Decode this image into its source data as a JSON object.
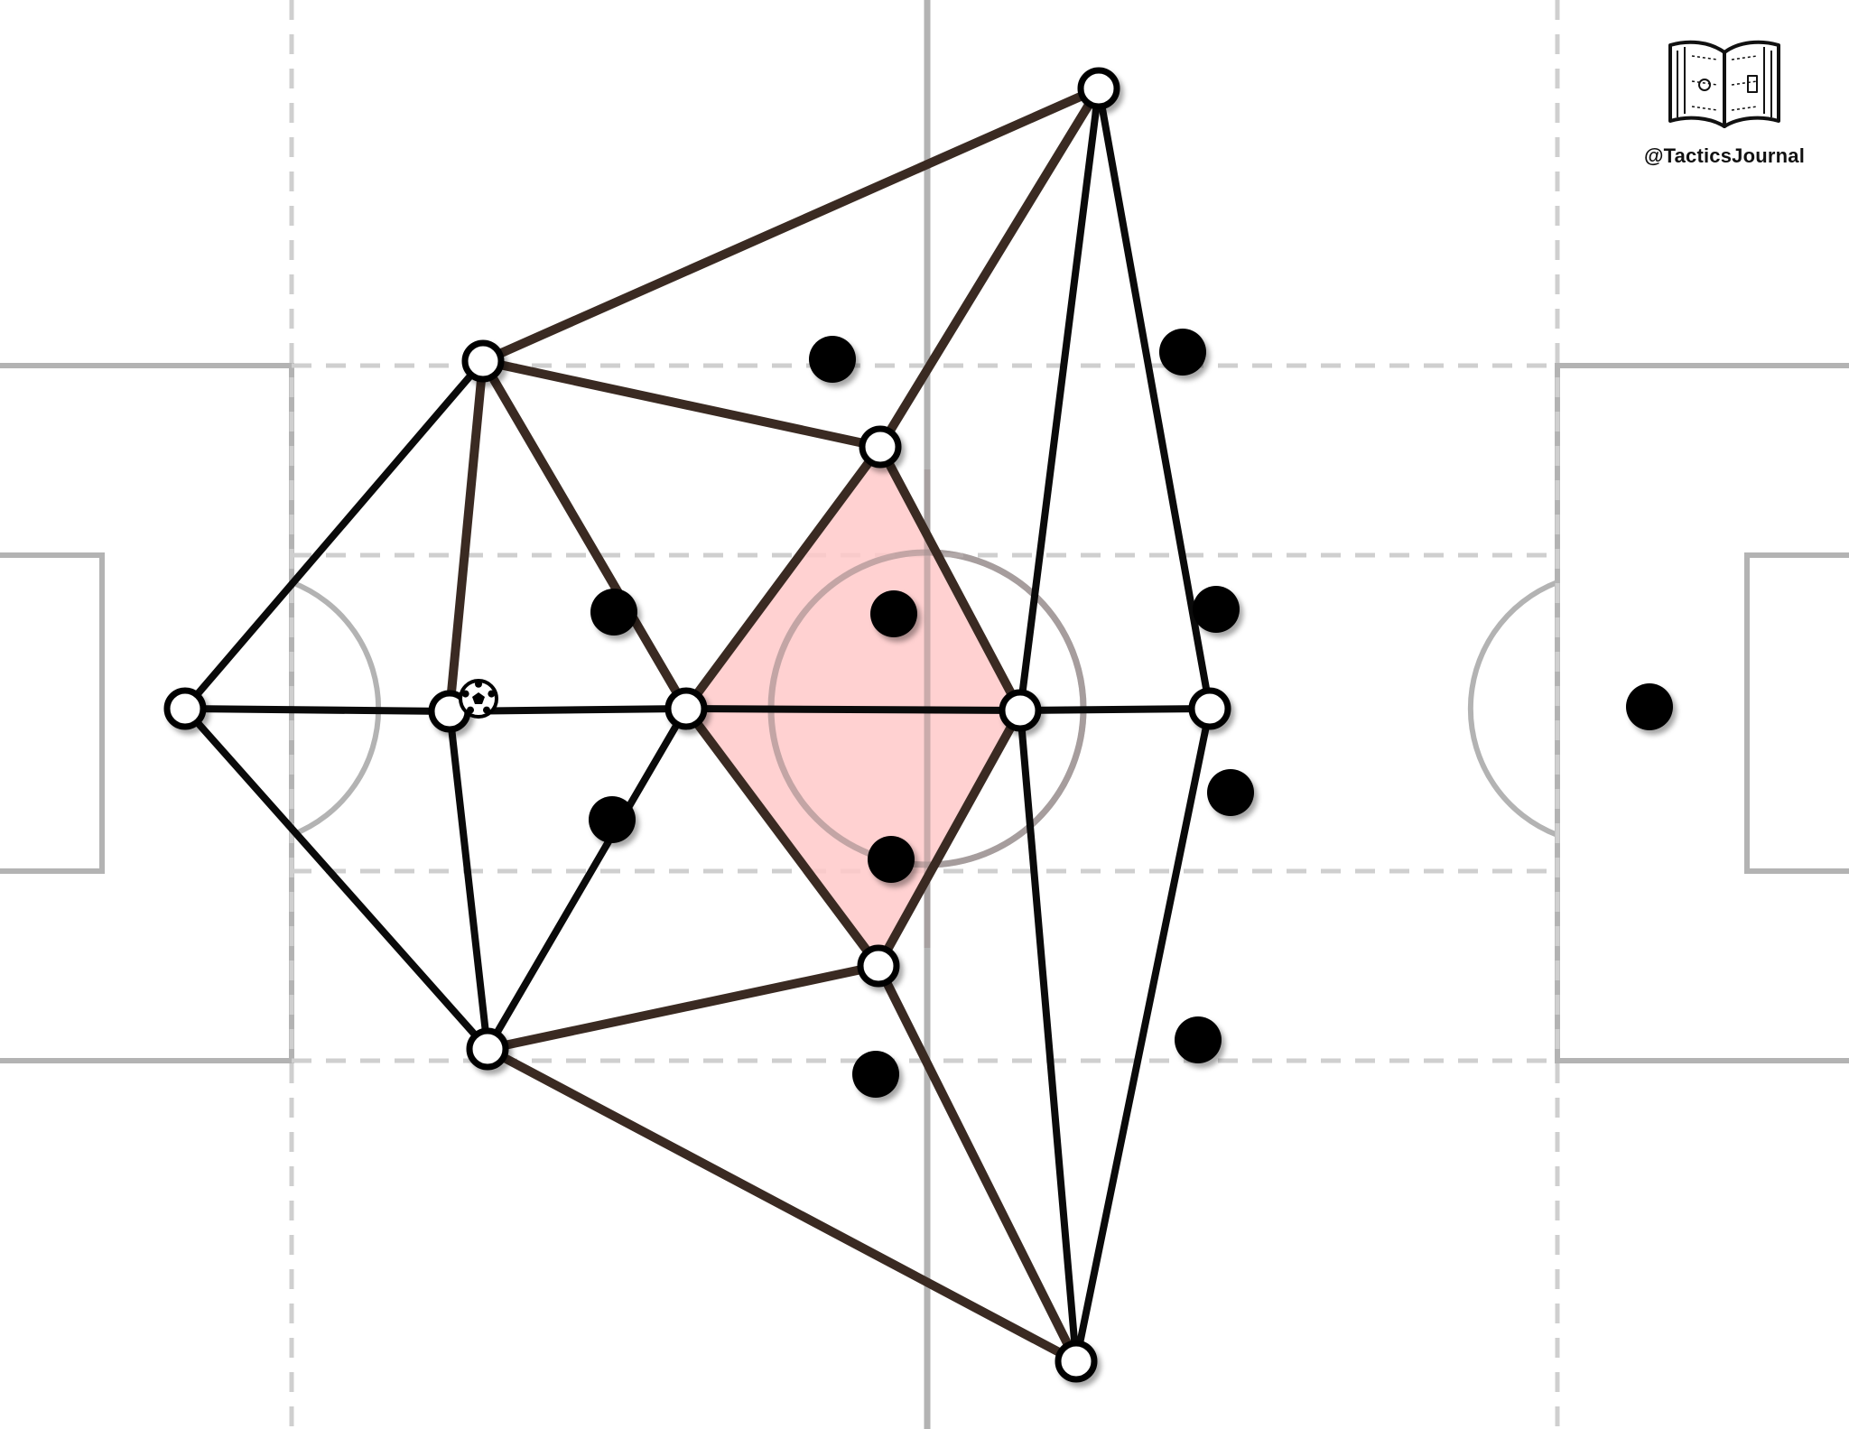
{
  "brand": {
    "logo_icon": "open-book-pitch-icon",
    "handle": "@TacticsJournal"
  },
  "colors": {
    "pitch_line": "#b3b3b3",
    "dashed_line": "#cfcfcf",
    "link_black": "#0a0a0a",
    "link_brown": "#3a2a22",
    "highlight_fill": "#ffc9c9",
    "player_fill": "#ffffff",
    "opponent_fill": "#000000"
  },
  "team_nodes": [
    "gk",
    "lcb",
    "rcb",
    "cb",
    "dm",
    "lcm",
    "rcm",
    "lw",
    "rw",
    "am",
    "st"
  ],
  "ball_holder": "cb",
  "highlight_area": [
    "dm",
    "lcm",
    "am",
    "rcm"
  ],
  "passing_links": [
    [
      "gk",
      "lcb"
    ],
    [
      "gk",
      "cb"
    ],
    [
      "gk",
      "rcb"
    ],
    [
      "lcb",
      "cb"
    ],
    [
      "cb",
      "rcb"
    ],
    [
      "lcb",
      "lw"
    ],
    [
      "lcb",
      "lcm"
    ],
    [
      "lcb",
      "dm"
    ],
    [
      "rcb",
      "dm"
    ],
    [
      "rcb",
      "rcm"
    ],
    [
      "rcb",
      "rw"
    ],
    [
      "cb",
      "dm"
    ],
    [
      "dm",
      "am"
    ],
    [
      "am",
      "st"
    ],
    [
      "dm",
      "lcm"
    ],
    [
      "dm",
      "rcm"
    ],
    [
      "lcm",
      "am"
    ],
    [
      "rcm",
      "am"
    ],
    [
      "lcm",
      "lw"
    ],
    [
      "rcm",
      "rw"
    ],
    [
      "lw",
      "am"
    ],
    [
      "lw",
      "st"
    ],
    [
      "rw",
      "am"
    ],
    [
      "rw",
      "st"
    ]
  ],
  "opponent_count": 11
}
